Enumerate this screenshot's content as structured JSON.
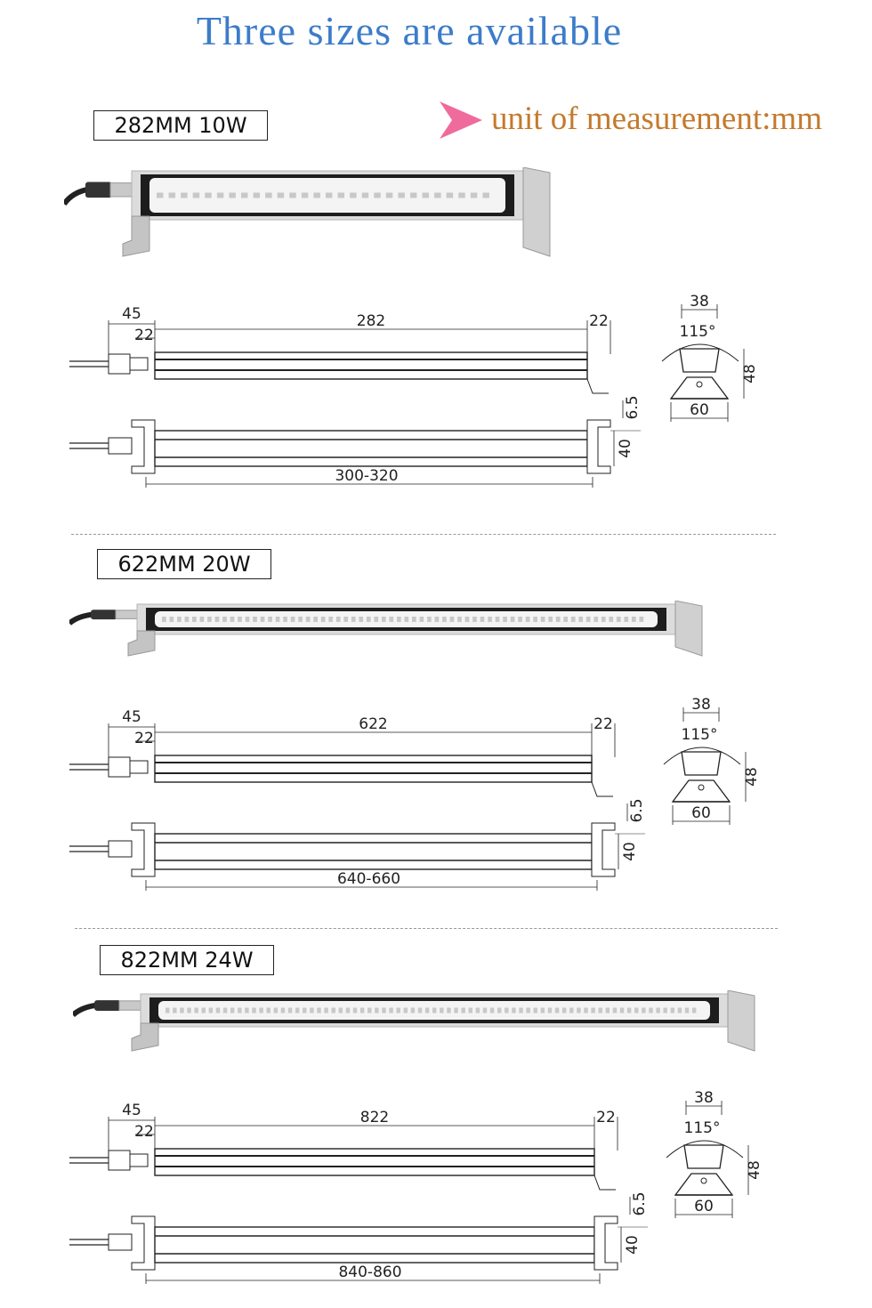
{
  "headline": "Three sizes are available",
  "unit_note": "unit of measurement:mm",
  "colors": {
    "headline": "#3d7cc9",
    "unit_note": "#c47a2c",
    "arrow": "#ef6b9c"
  },
  "models": [
    {
      "label": "282MM 10W",
      "length": "282",
      "mount_range": "300-320",
      "leds": 28,
      "dims": {
        "connector": "45",
        "inset": "22",
        "end_cap": "22",
        "base_height": "6.5",
        "height": "40",
        "profile_width": "38",
        "angle": "115°",
        "profile_height": "48",
        "base_width": "60"
      }
    },
    {
      "label": "622MM 20W",
      "length": "622",
      "mount_range": "640-660",
      "leds": 64,
      "dims": {
        "connector": "45",
        "inset": "22",
        "end_cap": "22",
        "base_height": "6.5",
        "height": "40",
        "profile_width": "38",
        "angle": "115°",
        "profile_height": "48",
        "base_width": "60"
      }
    },
    {
      "label": "822MM 24W",
      "length": "822",
      "mount_range": "840-860",
      "leds": 74,
      "dims": {
        "connector": "45",
        "inset": "22",
        "end_cap": "22",
        "base_height": "6.5",
        "height": "40",
        "profile_width": "38",
        "angle": "115°",
        "profile_height": "48",
        "base_width": "60"
      }
    }
  ]
}
